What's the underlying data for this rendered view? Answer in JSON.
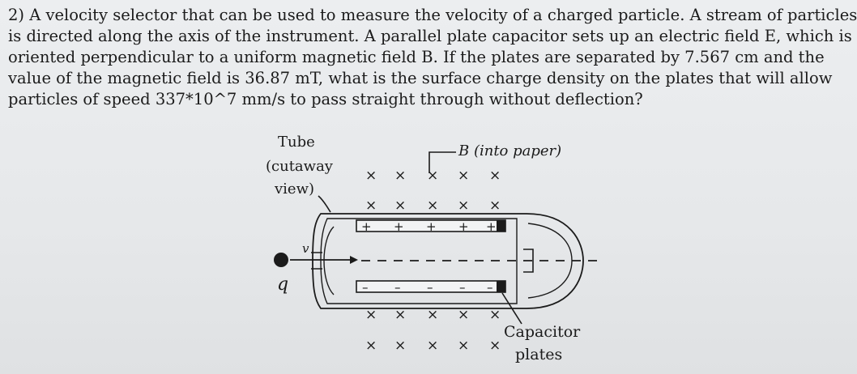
{
  "problem": {
    "lines": [
      "2) A velocity selector that can be used to measure the velocity of a charged particle. A stream of particles",
      "is directed along the axis of the instrument. A parallel plate capacitor sets up an electric field E, which is",
      "oriented perpendicular to a uniform magnetic field B. If the plates are separated by 7.567 cm and the",
      "value of the magnetic field is 36.87 mT, what is the surface charge density on the plates that will allow",
      "particles of speed 337*10^7 mm/s to pass straight through without deflection?"
    ]
  },
  "figure": {
    "tube_label": [
      "Tube",
      "(cutaway",
      "view)"
    ],
    "b_label": "B (into paper)",
    "velocity_label": "v",
    "charge_label": "q",
    "capacitor_label": [
      "Capacitor",
      "plates"
    ],
    "plus_sign": "+",
    "minus_sign": "–",
    "field_mark": "×"
  }
}
